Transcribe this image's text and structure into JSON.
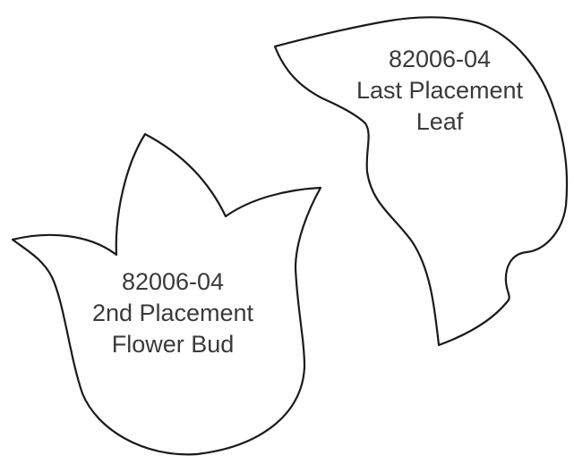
{
  "shapes": {
    "leaf": {
      "part_number": "82006-04",
      "placement": "Last Placement",
      "name": "Leaf"
    },
    "flower_bud": {
      "part_number": "82006-04",
      "placement": "2nd Placement",
      "name": "Flower Bud"
    }
  },
  "colors": {
    "outline": "#1a1a1a",
    "text": "#3a3a3a",
    "background": "#ffffff"
  }
}
